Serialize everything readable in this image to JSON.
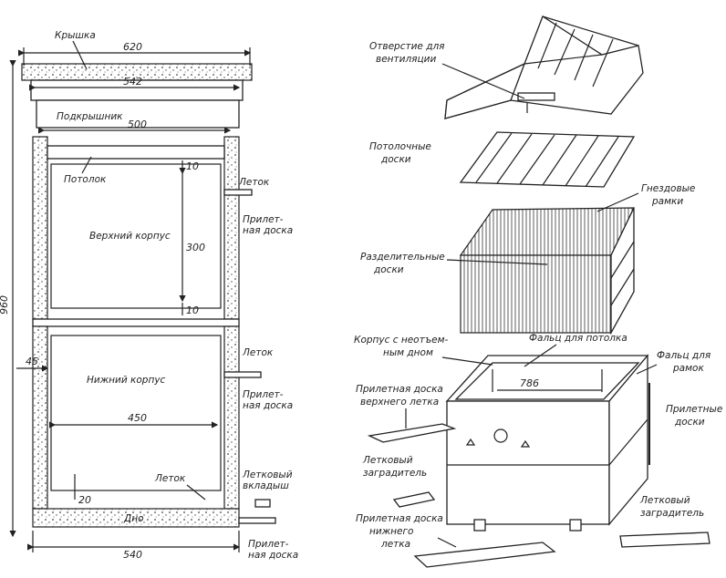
{
  "left_section": {
    "labels": {
      "kryshka": "Крышка",
      "podkryshnik": "Подкрышник",
      "potolok": "Потолок",
      "letok_top": "Леток",
      "priletnaya_top_1": "Прилет-",
      "priletnaya_top_2": "ная доска",
      "verkhny_korpus": "Верхний корпус",
      "letok_mid": "Леток",
      "priletnaya_mid_1": "Прилет-",
      "priletnaya_mid_2": "ная доска",
      "nizhny_korpus": "Нижний корпус",
      "letok_bottom": "Леток",
      "letkovy_1": "Летковый",
      "letkovy_2": "вкладыш",
      "priletnaya_bot_1": "Прилет-",
      "priletnaya_bot_2": "ная доска",
      "dno": "Дно"
    },
    "dimensions": {
      "d620": "620",
      "d542": "542",
      "d500": "500",
      "d10": "10",
      "d300": "300",
      "d10b": "10",
      "d45": "45",
      "d450": "450",
      "d20": "20",
      "d540": "540",
      "d960": "960"
    }
  },
  "right_section": {
    "labels": {
      "ventilation_1": "Отверстие для",
      "ventilation_2": "вентиляции",
      "ceiling_1": "Потолочные",
      "ceiling_2": "доски",
      "frames_1": "Гнездовые",
      "frames_2": "рамки",
      "dividers_1": "Разделительные",
      "dividers_2": "доски",
      "body_1": "Корпус с неотъем-",
      "body_2": "ным дном",
      "ceiling_rebate": "Фальц для потолка",
      "frame_rebate_1": "Фальц для",
      "frame_rebate_2": "рамок",
      "dim786": "786",
      "upper_landing_1": "Прилетная доска",
      "upper_landing_2": "верхнего летка",
      "landing_boards_1": "Прилетные",
      "landing_boards_2": "доски",
      "entrance_blocker_1": "Летковый",
      "entrance_blocker_2": "заградитель",
      "entrance_blocker_r1": "Летковый",
      "entrance_blocker_r2": "заградитель",
      "lower_landing_1": "Прилетная доска",
      "lower_landing_2": "нижнего",
      "lower_landing_3": "летка"
    }
  }
}
